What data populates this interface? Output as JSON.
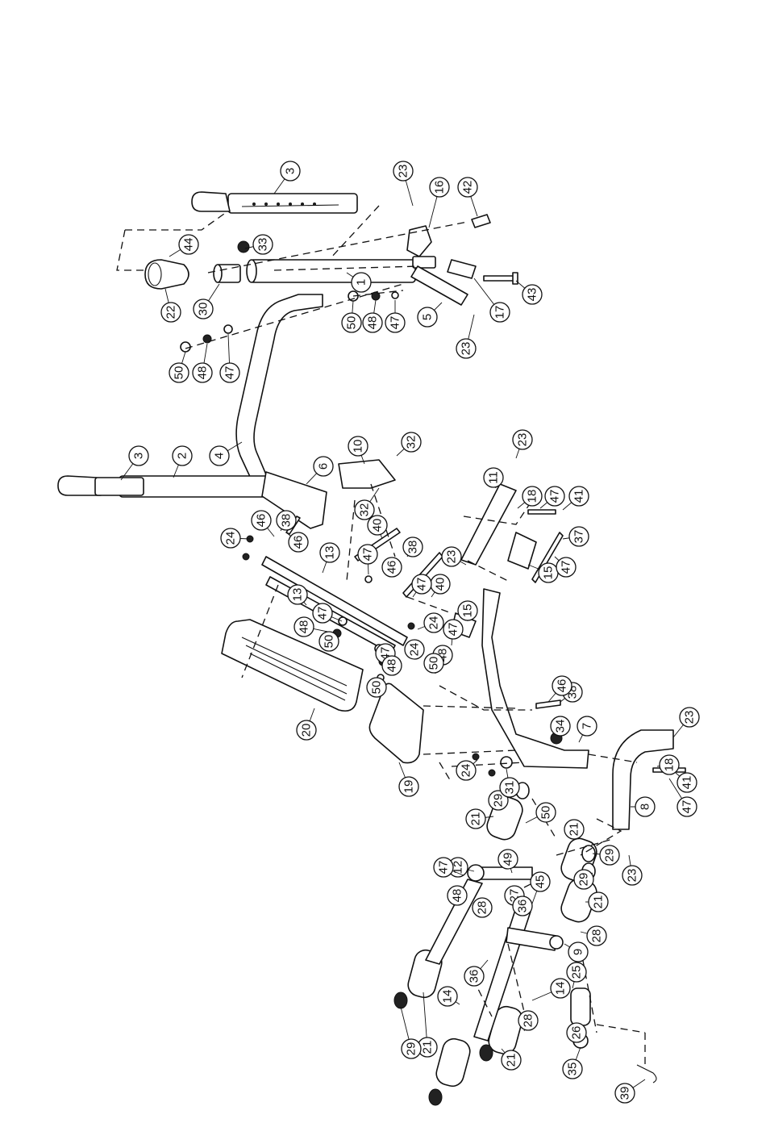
{
  "labels": [
    {
      "id": "c1",
      "text": "1"
    },
    {
      "id": "c2",
      "text": "2"
    },
    {
      "id": "c3a",
      "text": "3"
    },
    {
      "id": "c3b",
      "text": "3"
    },
    {
      "id": "c4",
      "text": "4"
    },
    {
      "id": "c5",
      "text": "5"
    },
    {
      "id": "c6",
      "text": "6"
    },
    {
      "id": "c7",
      "text": "7"
    },
    {
      "id": "c8",
      "text": "8"
    },
    {
      "id": "c9",
      "text": "9"
    },
    {
      "id": "c10",
      "text": "10"
    },
    {
      "id": "c11",
      "text": "11"
    },
    {
      "id": "c12",
      "text": "12"
    },
    {
      "id": "c13a",
      "text": "13"
    },
    {
      "id": "c13b",
      "text": "13"
    },
    {
      "id": "c14a",
      "text": "14"
    },
    {
      "id": "c14b",
      "text": "14"
    },
    {
      "id": "c15a",
      "text": "15"
    },
    {
      "id": "c15b",
      "text": "15"
    },
    {
      "id": "c16",
      "text": "16"
    },
    {
      "id": "c17",
      "text": "17"
    },
    {
      "id": "c18a",
      "text": "18"
    },
    {
      "id": "c18b",
      "text": "18"
    },
    {
      "id": "c19",
      "text": "19"
    },
    {
      "id": "c20",
      "text": "20"
    },
    {
      "id": "c21a",
      "text": "21"
    },
    {
      "id": "c21b",
      "text": "21"
    },
    {
      "id": "c21c",
      "text": "21"
    },
    {
      "id": "c21d",
      "text": "21"
    },
    {
      "id": "c21e",
      "text": "21"
    },
    {
      "id": "c22",
      "text": "22"
    },
    {
      "id": "c23a",
      "text": "23"
    },
    {
      "id": "c23b",
      "text": "23"
    },
    {
      "id": "c23c",
      "text": "23"
    },
    {
      "id": "c23d",
      "text": "23"
    },
    {
      "id": "c23e",
      "text": "23"
    },
    {
      "id": "c23f",
      "text": "23"
    },
    {
      "id": "c24a",
      "text": "24"
    },
    {
      "id": "c24b",
      "text": "24"
    },
    {
      "id": "c24c",
      "text": "24"
    },
    {
      "id": "c24d",
      "text": "24"
    },
    {
      "id": "c25",
      "text": "25"
    },
    {
      "id": "c26",
      "text": "26"
    },
    {
      "id": "c27",
      "text": "27"
    },
    {
      "id": "c28a",
      "text": "28"
    },
    {
      "id": "c28b",
      "text": "28"
    },
    {
      "id": "c28c",
      "text": "28"
    },
    {
      "id": "c29a",
      "text": "29"
    },
    {
      "id": "c29b",
      "text": "29"
    },
    {
      "id": "c29c",
      "text": "29"
    },
    {
      "id": "c29d",
      "text": "29"
    },
    {
      "id": "c30",
      "text": "30"
    },
    {
      "id": "c31",
      "text": "31"
    },
    {
      "id": "c32a",
      "text": "32"
    },
    {
      "id": "c32b",
      "text": "32"
    },
    {
      "id": "c33",
      "text": "33"
    },
    {
      "id": "c34",
      "text": "34"
    },
    {
      "id": "c35",
      "text": "35"
    },
    {
      "id": "c36a",
      "text": "36"
    },
    {
      "id": "c36b",
      "text": "36"
    },
    {
      "id": "c37",
      "text": "37"
    },
    {
      "id": "c38a",
      "text": "38"
    },
    {
      "id": "c38b",
      "text": "38"
    },
    {
      "id": "c38c",
      "text": "38"
    },
    {
      "id": "c39",
      "text": "39"
    },
    {
      "id": "c40a",
      "text": "40"
    },
    {
      "id": "c40b",
      "text": "40"
    },
    {
      "id": "c41a",
      "text": "41"
    },
    {
      "id": "c41b",
      "text": "41"
    },
    {
      "id": "c42",
      "text": "42"
    },
    {
      "id": "c43",
      "text": "43"
    },
    {
      "id": "c44",
      "text": "44"
    },
    {
      "id": "c45",
      "text": "45"
    },
    {
      "id": "c46a",
      "text": "46"
    },
    {
      "id": "c46b",
      "text": "46"
    },
    {
      "id": "c46c",
      "text": "46"
    },
    {
      "id": "c46d",
      "text": "46"
    },
    {
      "id": "c47a",
      "text": "47"
    },
    {
      "id": "c47b",
      "text": "47"
    },
    {
      "id": "c47c",
      "text": "47"
    },
    {
      "id": "c47d",
      "text": "47"
    },
    {
      "id": "c47e",
      "text": "47"
    },
    {
      "id": "c47f",
      "text": "47"
    },
    {
      "id": "c47g",
      "text": "47"
    },
    {
      "id": "c47h",
      "text": "47"
    },
    {
      "id": "c47i",
      "text": "47"
    },
    {
      "id": "c47j",
      "text": "47"
    },
    {
      "id": "c47k",
      "text": "47"
    },
    {
      "id": "c48a",
      "text": "48"
    },
    {
      "id": "c48b",
      "text": "48"
    },
    {
      "id": "c48c",
      "text": "48"
    },
    {
      "id": "c48d",
      "text": "48"
    },
    {
      "id": "c48e",
      "text": "48"
    },
    {
      "id": "c48f",
      "text": "48"
    },
    {
      "id": "c49",
      "text": "49"
    },
    {
      "id": "c50a",
      "text": "50"
    },
    {
      "id": "c50b",
      "text": "50"
    },
    {
      "id": "c50c",
      "text": "50"
    },
    {
      "id": "c50d",
      "text": "50"
    },
    {
      "id": "c50e",
      "text": "50"
    },
    {
      "id": "c50f",
      "text": "50"
    }
  ],
  "colors": {
    "line": "#111111",
    "background": "#ffffff"
  }
}
